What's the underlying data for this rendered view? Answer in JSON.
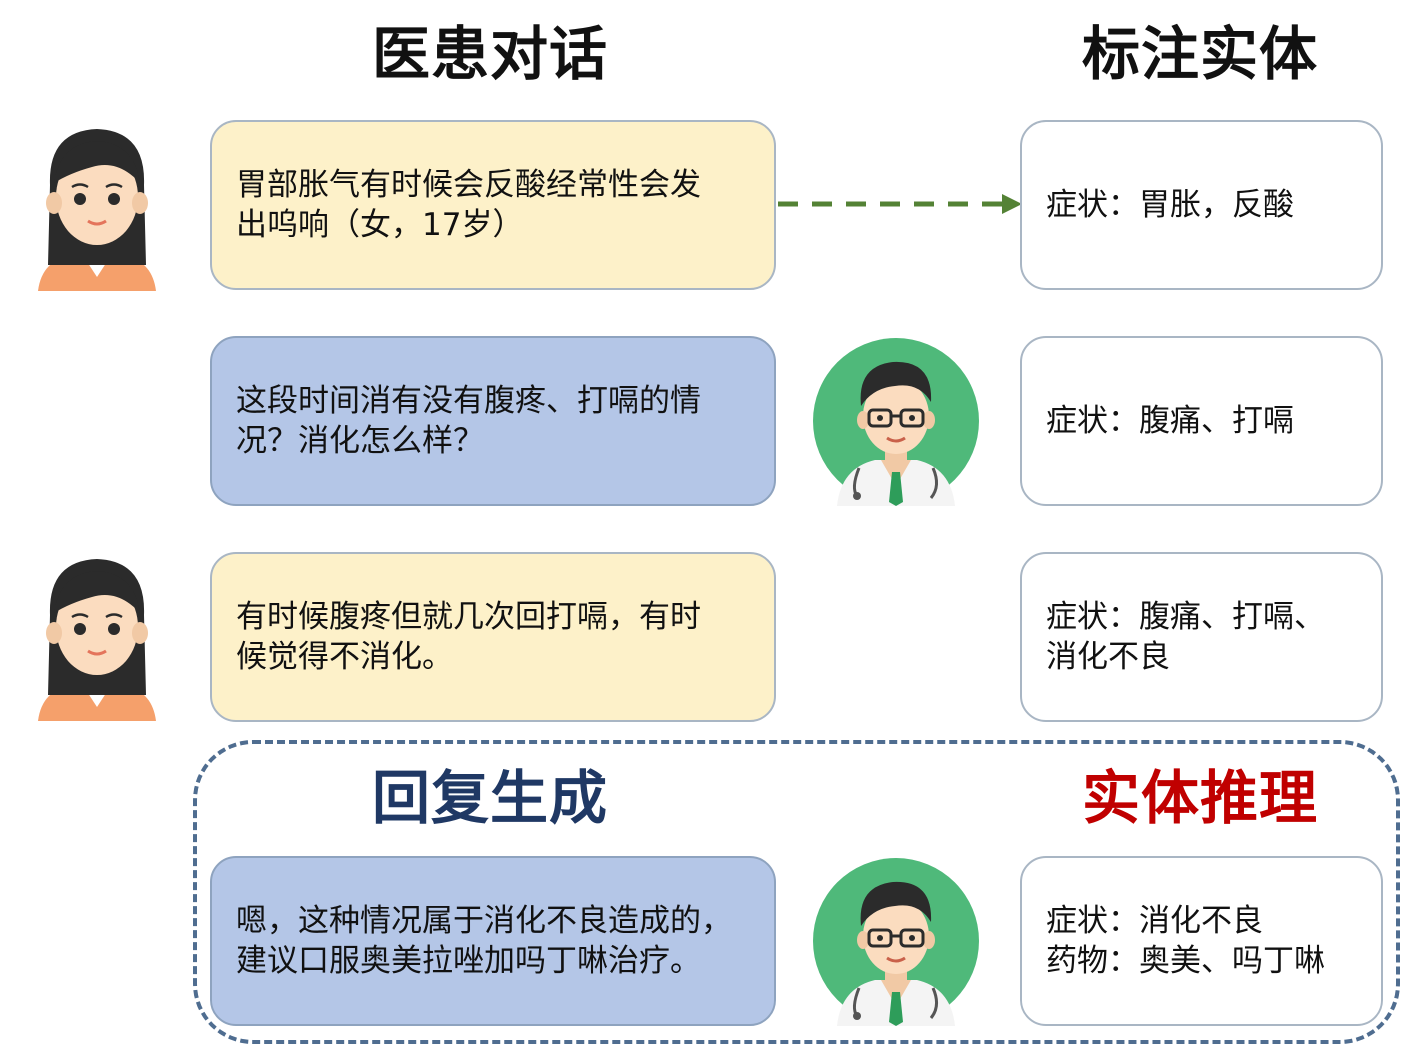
{
  "headings": {
    "dialogue": "医患对话",
    "entities": "标注实体",
    "response": "回复生成",
    "reasoning": "实体推理"
  },
  "colors": {
    "heading_dark": "#111111",
    "heading_blue": "#1f3864",
    "heading_red": "#c00000",
    "patient_bg": "#fdf1c9",
    "doctor_bg": "#b4c6e7",
    "arrow_green": "#548235",
    "frame_blue": "#4f6d90"
  },
  "turns": [
    {
      "speaker": "patient",
      "utterance": "胃部胀气有时候会反酸经常性会发\n出呜响（女，17岁）",
      "entities": "症状：胃胀，反酸"
    },
    {
      "speaker": "doctor",
      "utterance": "这段时间消有没有腹疼、打嗝的情\n况？消化怎么样？",
      "entities": "症状：腹痛、打嗝"
    },
    {
      "speaker": "patient",
      "utterance": "有时候腹疼但就几次回打嗝，有时\n候觉得不消化。",
      "entities": "症状：腹痛、打嗝、\n消化不良"
    },
    {
      "speaker": "doctor",
      "utterance": "嗯，这种情况属于消化不良造成的，\n建议口服奥美拉唑加吗丁啉治疗。",
      "entities": "症状：消化不良\n药物：奥美、吗丁啉"
    }
  ],
  "icons": {
    "patient": "patient-avatar-icon",
    "doctor": "doctor-avatar-icon"
  }
}
